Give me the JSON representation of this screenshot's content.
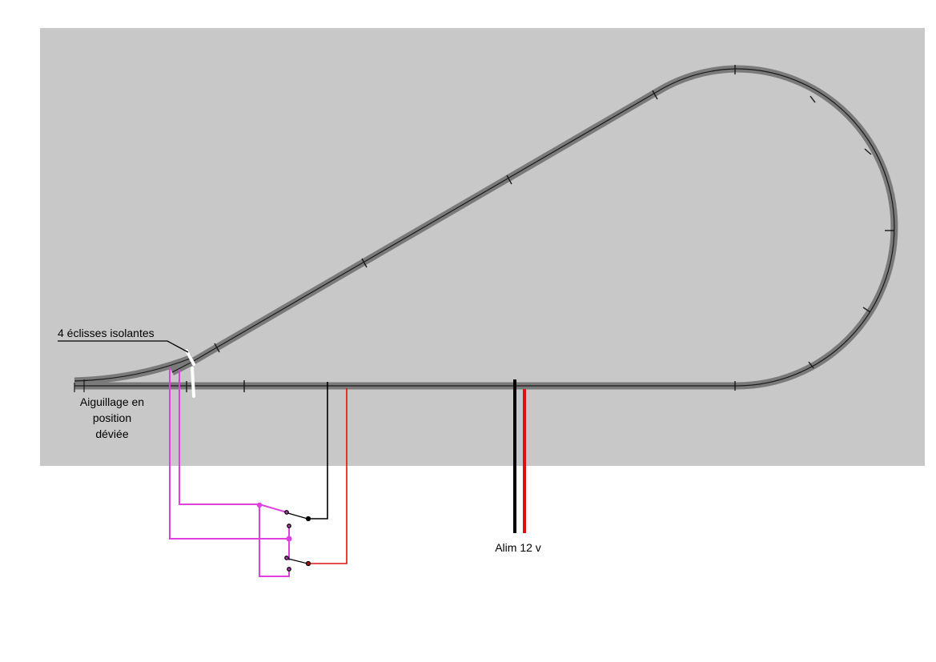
{
  "labels": {
    "insulators": "4 éclisses isolantes",
    "turnout_line1": "Aiguillage en",
    "turnout_line2": "position",
    "turnout_line3": "déviée",
    "power": "Alim 12 v"
  },
  "colors": {
    "board": "#c8c8c8",
    "track_bed": "#7a7a7a",
    "rail": "#1a1a1a",
    "wire_black": "#000000",
    "wire_red": "#e01010",
    "wire_magenta": "#e040e0",
    "insulator": "#ffffff"
  }
}
